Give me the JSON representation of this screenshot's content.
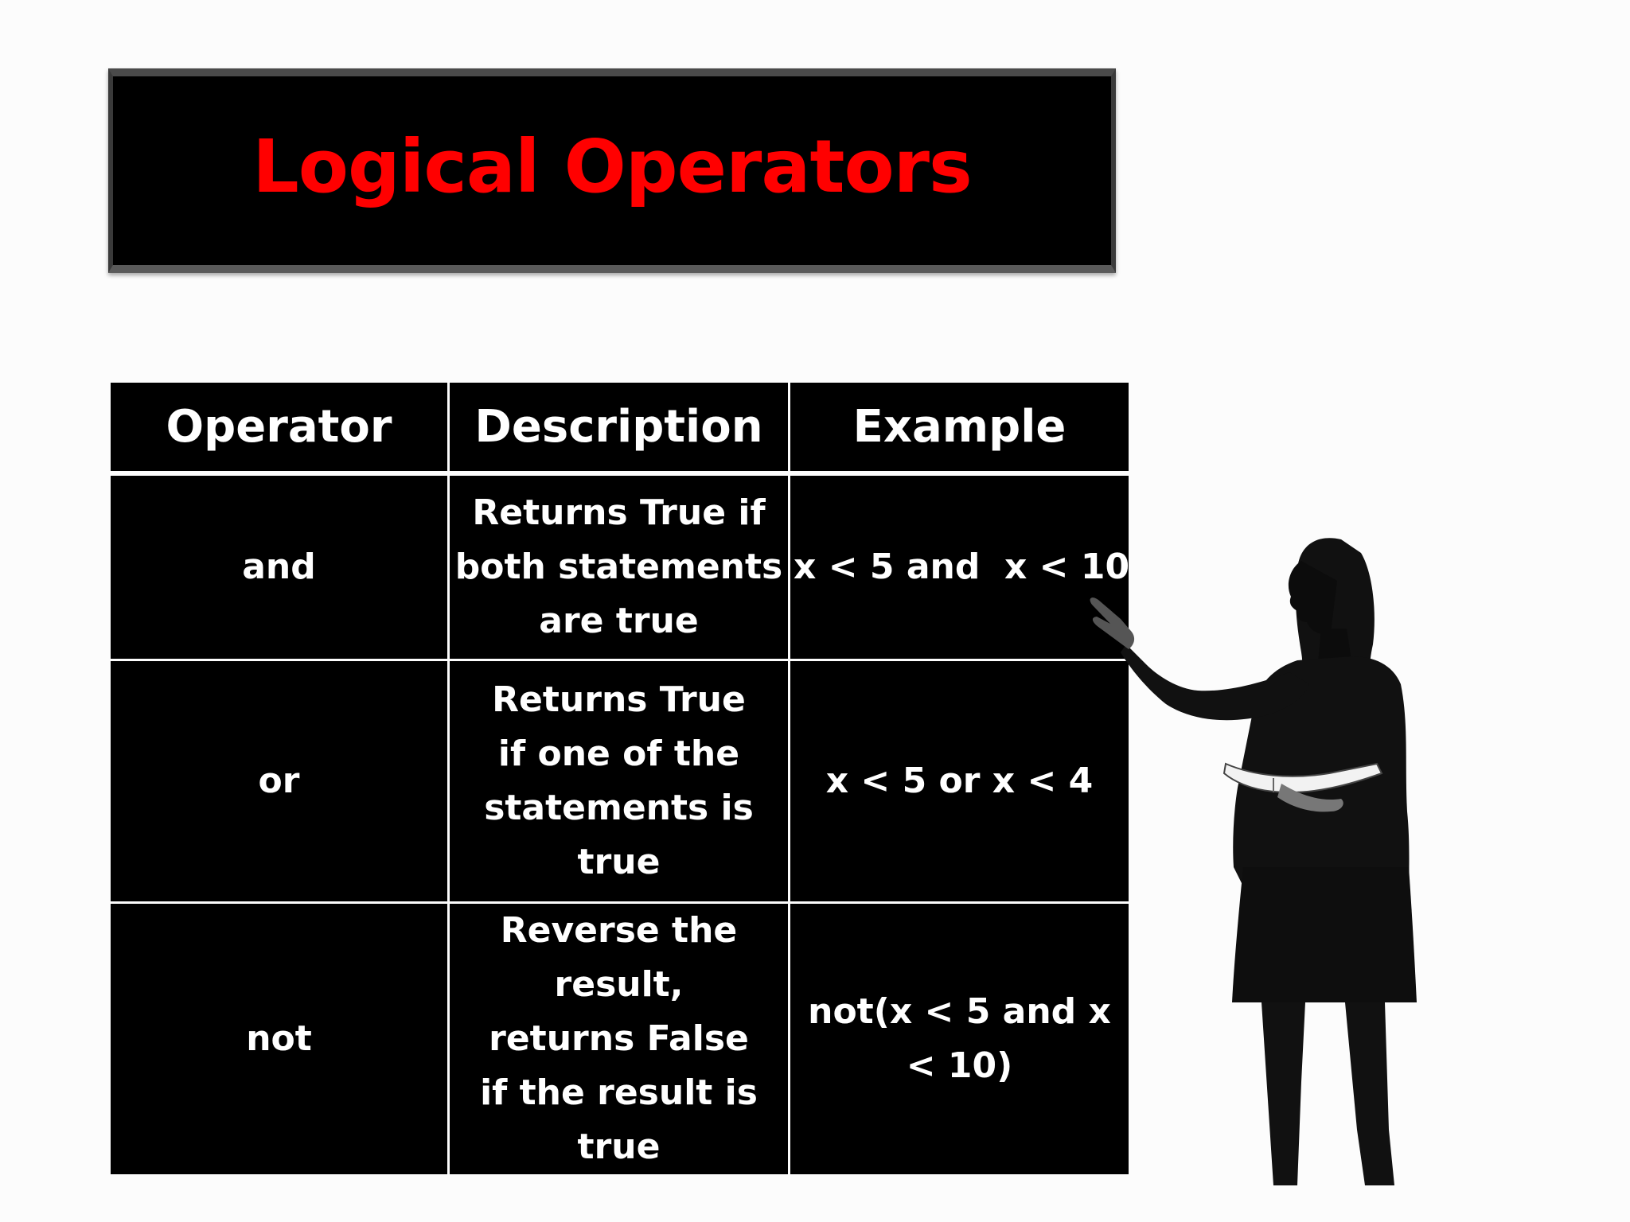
{
  "slide": {
    "title": "Logical Operators"
  },
  "table": {
    "headers": [
      "Operator",
      "Description",
      "Example"
    ],
    "rows": [
      {
        "operator": "and",
        "description": "Returns True if both statements are true",
        "example": "x < 5 and  x < 10"
      },
      {
        "operator": "or",
        "description": "Returns True if one of the statements is true",
        "example": "x < 5 or x < 4"
      },
      {
        "operator": "not",
        "description": "Reverse the result, returns False if the result is true",
        "example": "not(x < 5 and x < 10)"
      }
    ]
  },
  "colors": {
    "title_text": "#ff0000",
    "box_background": "#000000",
    "table_text": "#ffffff",
    "page_background": "#fcfcfc"
  },
  "illustration": "woman-presenter-silhouette-with-book"
}
